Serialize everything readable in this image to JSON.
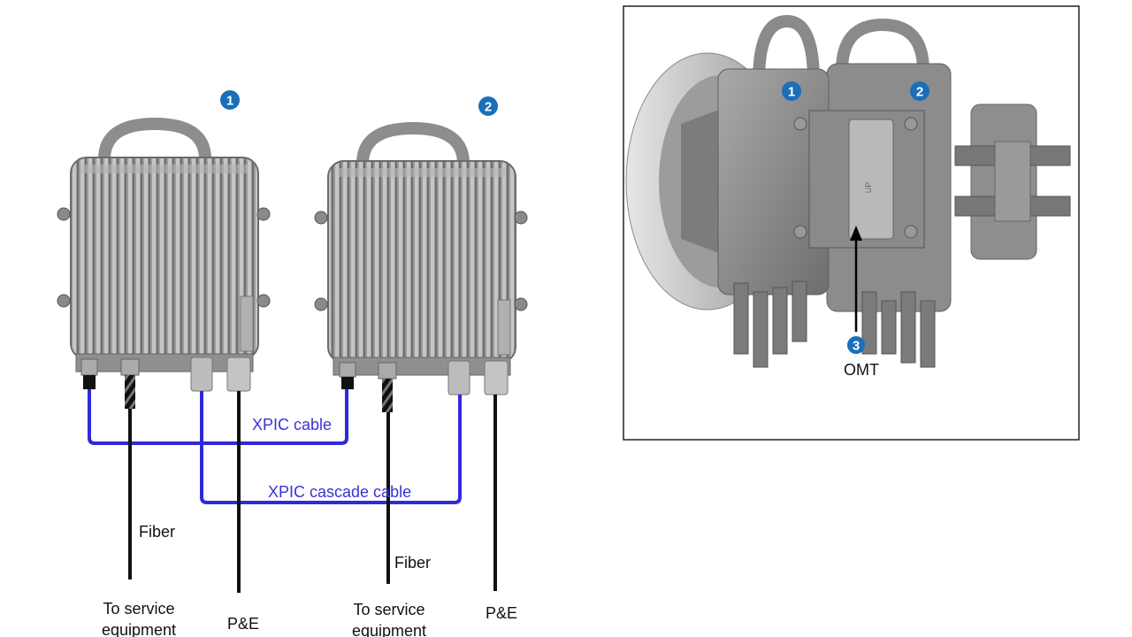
{
  "badges": {
    "unit1": "1",
    "unit2": "2",
    "omt": "3"
  },
  "labels": {
    "xpic_cable": "XPIC cable",
    "xpic_cascade_cable": "XPIC cascade cable",
    "fiber_left": "Fiber",
    "fiber_right": "Fiber",
    "service_left_line1": "To service",
    "service_left_line2": "equipment",
    "service_right_line1": "To service",
    "service_right_line2": "equipment",
    "pe_left": "P&E",
    "pe_right": "P&E",
    "omt": "OMT",
    "up_mark": "UP"
  },
  "colors": {
    "xpic_cable": "#2f2ad8",
    "badge": "#1a6fb8",
    "unit_body": "#8a8a8a",
    "photo_border": "#222222"
  }
}
